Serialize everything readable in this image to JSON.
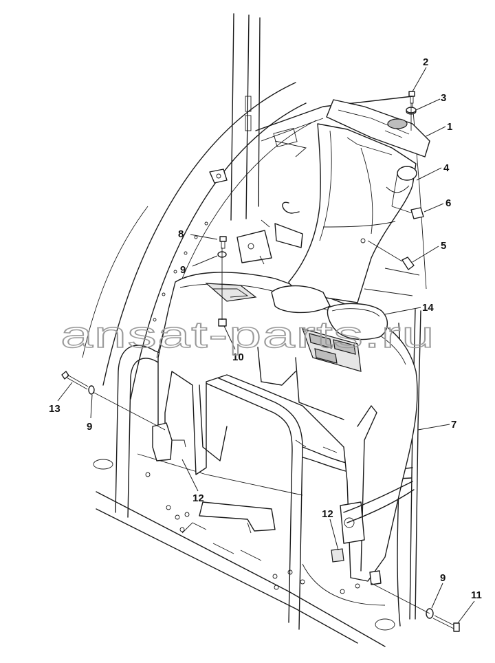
{
  "diagram": {
    "callouts": [
      {
        "id": "c2",
        "text": "2"
      },
      {
        "id": "c3",
        "text": "3"
      },
      {
        "id": "c1",
        "text": "1"
      },
      {
        "id": "c4",
        "text": "4"
      },
      {
        "id": "c6",
        "text": "6"
      },
      {
        "id": "c5",
        "text": "5"
      },
      {
        "id": "c8",
        "text": "8"
      },
      {
        "id": "c9a",
        "text": "9"
      },
      {
        "id": "c14",
        "text": "14"
      },
      {
        "id": "c10",
        "text": "10"
      },
      {
        "id": "c13",
        "text": "13"
      },
      {
        "id": "c9b",
        "text": "9"
      },
      {
        "id": "c7",
        "text": "7"
      },
      {
        "id": "c12a",
        "text": "12"
      },
      {
        "id": "c12b",
        "text": "12"
      },
      {
        "id": "c9c",
        "text": "9"
      },
      {
        "id": "c11",
        "text": "11"
      }
    ],
    "watermark": "ansat-parts.ru"
  }
}
